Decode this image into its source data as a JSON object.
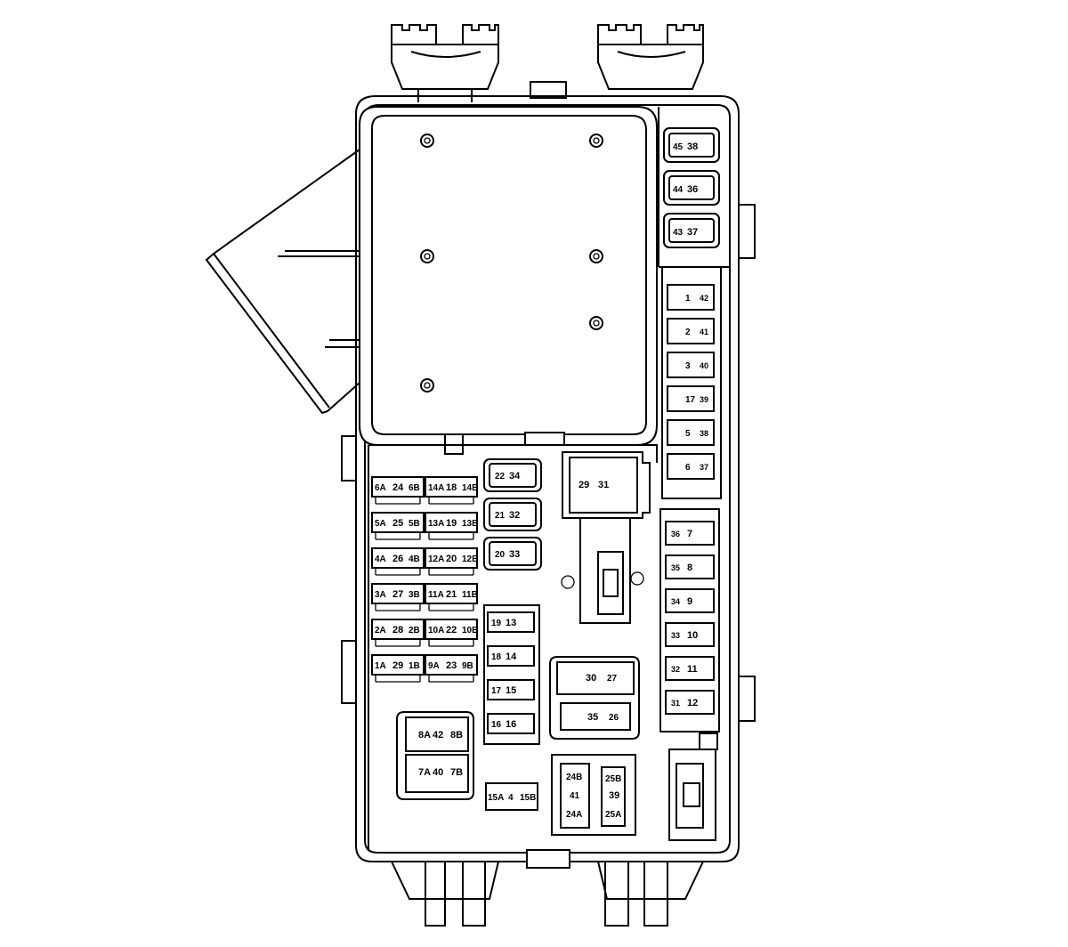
{
  "fuse_box": {
    "left_fuses": [
      {
        "left": "6A",
        "mid": "24",
        "right": "6B"
      },
      {
        "left": "5A",
        "mid": "25",
        "right": "5B"
      },
      {
        "left": "4A",
        "mid": "26",
        "right": "4B"
      },
      {
        "left": "3A",
        "mid": "27",
        "right": "3B"
      },
      {
        "left": "2A",
        "mid": "28",
        "right": "2B"
      },
      {
        "left": "1A",
        "mid": "29",
        "right": "1B"
      }
    ],
    "center_fuses": [
      {
        "left": "14A",
        "mid": "18",
        "right": "14B"
      },
      {
        "left": "13A",
        "mid": "19",
        "right": "13B"
      },
      {
        "left": "12A",
        "mid": "20",
        "right": "12B"
      },
      {
        "left": "11A",
        "mid": "21",
        "right": "11B"
      },
      {
        "left": "10A",
        "mid": "22",
        "right": "10B"
      },
      {
        "left": "9A",
        "mid": "23",
        "right": "9B"
      }
    ],
    "mini_relays": [
      {
        "a": "22",
        "b": "34"
      },
      {
        "a": "21",
        "b": "32"
      },
      {
        "a": "20",
        "b": "33"
      }
    ],
    "relay_29_31": {
      "a": "29",
      "b": "31"
    },
    "small_fuses": [
      {
        "a": "19",
        "b": "13"
      },
      {
        "a": "18",
        "b": "14"
      },
      {
        "a": "17",
        "b": "15"
      },
      {
        "a": "16",
        "b": "16"
      }
    ],
    "relay_30_27": {
      "a": "30",
      "b": "27"
    },
    "relay_35_26": {
      "a": "35",
      "b": "26"
    },
    "big_fuses": [
      {
        "left": "8A",
        "mid": "42",
        "right": "8B"
      },
      {
        "left": "7A",
        "mid": "40",
        "right": "7B"
      }
    ],
    "fuse_15": {
      "left": "15A",
      "mid": "4",
      "right": "15B"
    },
    "relay_block": {
      "left_top": "24B",
      "left_mid": "41",
      "left_bot": "24A",
      "right_top": "25B",
      "right_mid": "39",
      "right_bot": "25A"
    },
    "top_right_relays": [
      {
        "a": "45",
        "b": "38"
      },
      {
        "a": "44",
        "b": "36"
      },
      {
        "a": "43",
        "b": "37"
      }
    ],
    "right_upper_fuses": [
      {
        "a": "1",
        "b": "42"
      },
      {
        "a": "2",
        "b": "41"
      },
      {
        "a": "3",
        "b": "40"
      },
      {
        "a": "17",
        "b": "39"
      },
      {
        "a": "5",
        "b": "38"
      },
      {
        "a": "6",
        "b": "37"
      }
    ],
    "right_lower_fuses": [
      {
        "a": "36",
        "b": "7"
      },
      {
        "a": "35",
        "b": "8"
      },
      {
        "a": "34",
        "b": "9"
      },
      {
        "a": "33",
        "b": "10"
      },
      {
        "a": "32",
        "b": "11"
      },
      {
        "a": "31",
        "b": "12"
      }
    ]
  }
}
